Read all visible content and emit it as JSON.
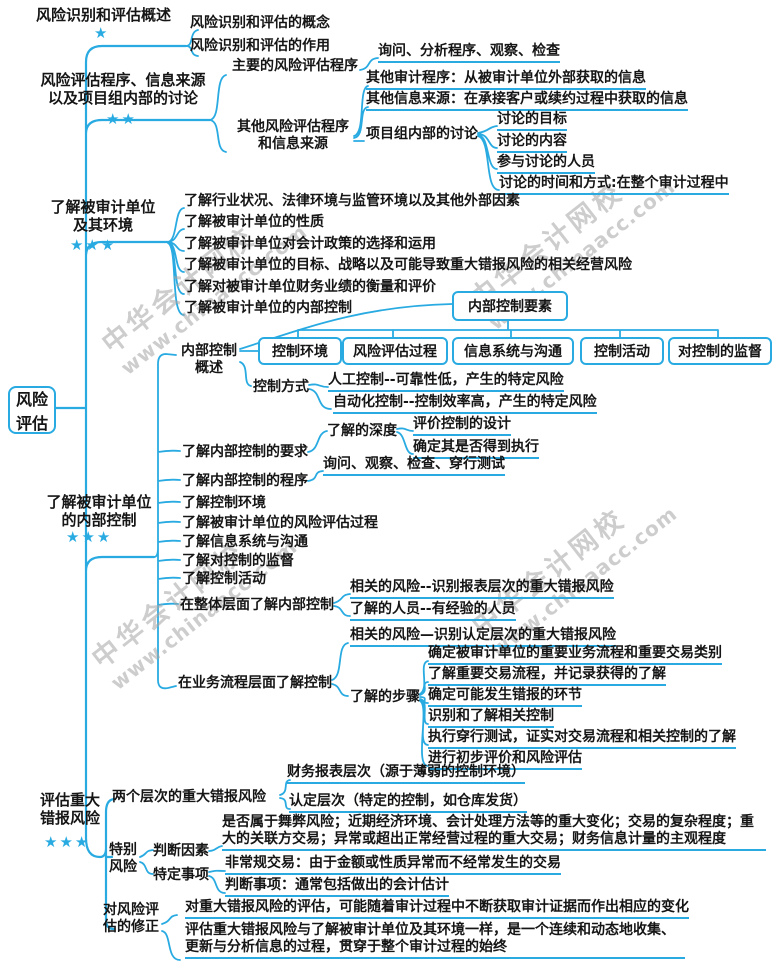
{
  "watermark": {
    "brand": "中华会计网校",
    "url": "www.chinaacc.com"
  },
  "root": {
    "label": "风险评估"
  },
  "b1": {
    "label": "风险识别和评估概述",
    "stars": "★",
    "children": [
      "风险识别和评估的概念",
      "风险识别和评估的作用"
    ]
  },
  "b2": {
    "label": "风险评估程序、信息来源以及项目组内部的讨论",
    "stars": "★★",
    "main": {
      "label": "主要的风险评估程序",
      "leaf": "询问、分析程序、观察、检查"
    },
    "other": {
      "label": "其他风险评估程序和信息来源",
      "leaves": [
        "其他审计程序：从被审计单位外部获取的信息",
        "其他信息来源：在承接客户或续约过程中获取的信息"
      ],
      "discussion": {
        "label": "项目组内部的讨论",
        "children": [
          "讨论的目标",
          "讨论的内容",
          "参与讨论的人员",
          "讨论的时间和方式:在整个审计过程中"
        ]
      }
    }
  },
  "b3": {
    "label": "了解被审计单位及其环境",
    "stars": "★★★",
    "children": [
      "了解行业状况、法律环境与监管环境以及其他外部因素",
      "了解被审计单位的性质",
      "了解被审计单位对会计政策的选择和运用",
      "了解被审计单位的目标、战略以及可能导致重大错报风险的相关经营风险",
      "了解对被审计单位财务业绩的衡量和评价",
      "了解被审计单位的内部控制"
    ]
  },
  "b4": {
    "label": "了解被审计单位的内部控制",
    "stars": "★★★",
    "overview": {
      "label": "内部控制概述",
      "elements_title": "内部控制要素",
      "elements": [
        "控制环境",
        "风险评估过程",
        "信息系统与沟通",
        "控制活动",
        "对控制的监督"
      ],
      "mode": {
        "label": "控制方式",
        "children": [
          "人工控制--可靠性低，产生的特定风险",
          "自动化控制--控制效率高，产生的特定风险"
        ]
      }
    },
    "requirement": {
      "label": "了解内部控制的要求",
      "depth": {
        "label": "了解的深度",
        "children": [
          "评价控制的设计",
          "确定其是否得到执行"
        ]
      }
    },
    "procedure": {
      "label": "了解内部控制的程序",
      "leaf": "询问、观察、检查、穿行测试"
    },
    "items": [
      "了解控制环境",
      "了解被审计单位的风险评估过程",
      "了解信息系统与沟通",
      "了解对控制的监督",
      "了解控制活动"
    ],
    "entity_level": {
      "label": "在整体层面了解内部控制",
      "children": [
        "相关的风险--识别报表层次的重大错报风险",
        "了解的人员--有经验的人员"
      ]
    },
    "process_level": {
      "label": "在业务流程层面了解控制",
      "risk": "相关的风险—识别认定层次的重大错报风险",
      "steps": {
        "label": "了解的步骤",
        "children": [
          "确定被审计单位的重要业务流程和重要交易类别",
          "了解重要交易流程，并记录获得的了解",
          "确定可能发生错报的环节",
          "识别和了解相关控制",
          "执行穿行测试，证实对交易流程和相关控制的了解",
          "进行初步评价和风险评估"
        ]
      }
    }
  },
  "b5": {
    "label": "评估重大错报风险",
    "stars": "★★★",
    "two_levels": {
      "label": "两个层次的重大错报风险",
      "children": [
        "财务报表层次（源于薄弱的控制环境）",
        "认定层次（特定的控制，如仓库发货）"
      ]
    },
    "special": {
      "label": "特别风险",
      "factors": {
        "label": "判断因素",
        "text": "是否属于舞弊风险；近期经济环境、会计处理方法等的重大变化；交易的复杂程度；重大的关联方交易；异常或超出正常经营过程的重大交易；财务信息计量的主观程度"
      },
      "matters": {
        "label": "特定事项",
        "children": [
          "非常规交易：由于金额或性质异常而不经常发生的交易",
          "判断事项：通常包括做出的会计估计"
        ]
      }
    },
    "revision": {
      "label": "对风险评估的修正",
      "children": [
        "对重大错报风险的评估，可能随着审计过程中不断获取审计证据而作出相应的变化",
        "评估重大错报风险与了解被审计单位及其环境一样，是一个连续和动态地收集、更新与分析信息的过程，贯穿于整个审计过程的始终"
      ]
    }
  }
}
